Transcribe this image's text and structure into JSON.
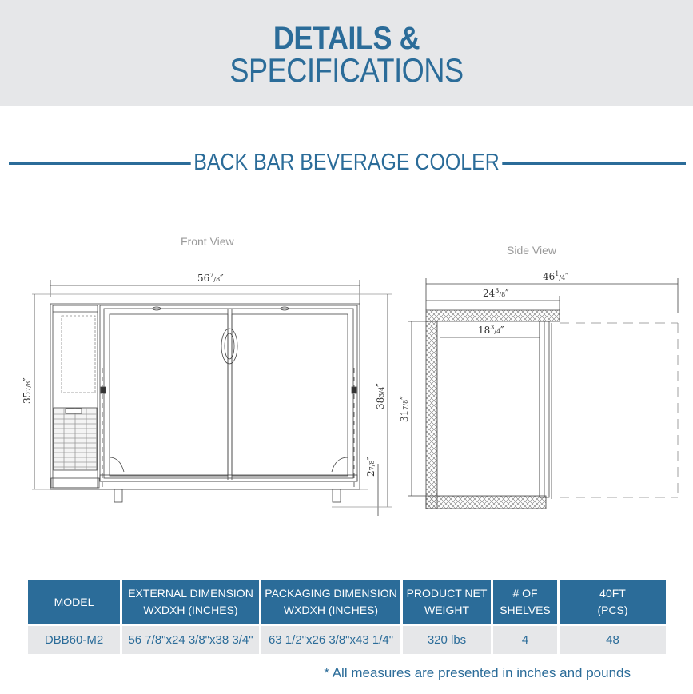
{
  "header": {
    "title_line1": "DETAILS &",
    "title_line2": "SPECIFICATIONS"
  },
  "section": {
    "title": "BACK BAR BEVERAGE COOLER"
  },
  "drawings": {
    "front_view": {
      "label": "Front View",
      "dimensions": {
        "width": {
          "whole": "56",
          "num": "7",
          "den": "8",
          "unit": "″"
        },
        "height_overall": {
          "whole": "35",
          "num": "7",
          "den": "8",
          "unit": "″"
        },
        "height_total": {
          "whole": "38",
          "num": "3",
          "den": "4",
          "unit": "″"
        },
        "leg_height": {
          "whole": "2",
          "num": "7",
          "den": "8",
          "unit": "″"
        }
      }
    },
    "side_view": {
      "label": "Side View",
      "dimensions": {
        "depth_open": {
          "whole": "46",
          "num": "1",
          "den": "4",
          "unit": "″"
        },
        "depth": {
          "whole": "24",
          "num": "3",
          "den": "8",
          "unit": "″"
        },
        "interior_depth": {
          "whole": "18",
          "num": "3",
          "den": "4",
          "unit": "″"
        },
        "interior_height": {
          "whole": "31",
          "num": "7",
          "den": "8",
          "unit": "″"
        }
      }
    }
  },
  "spec_table": {
    "headers": [
      {
        "line1": "MODEL",
        "line2": ""
      },
      {
        "line1": "EXTERNAL DIMENSION",
        "line2": "WXDXH (INCHES)"
      },
      {
        "line1": "PACKAGING DIMENSION",
        "line2": "WXDXH (INCHES)"
      },
      {
        "line1": "PRODUCT NET",
        "line2": "WEIGHT"
      },
      {
        "line1": "# OF",
        "line2": "SHELVES"
      },
      {
        "line1": "40FT",
        "line2": "(PCS)"
      }
    ],
    "rows": [
      [
        "DBB60-M2",
        "56 7/8\"x24 3/8\"x38 3/4\"",
        "63 1/2\"x26 3/8\"x43 1/4\"",
        "320 lbs",
        "4",
        "48"
      ]
    ]
  },
  "footnote": "* All measures are presented in inches and pounds",
  "colors": {
    "brand_blue": "#2b6c99",
    "header_bg": "#e6e7e9",
    "label_gray": "#9a9a9a"
  }
}
